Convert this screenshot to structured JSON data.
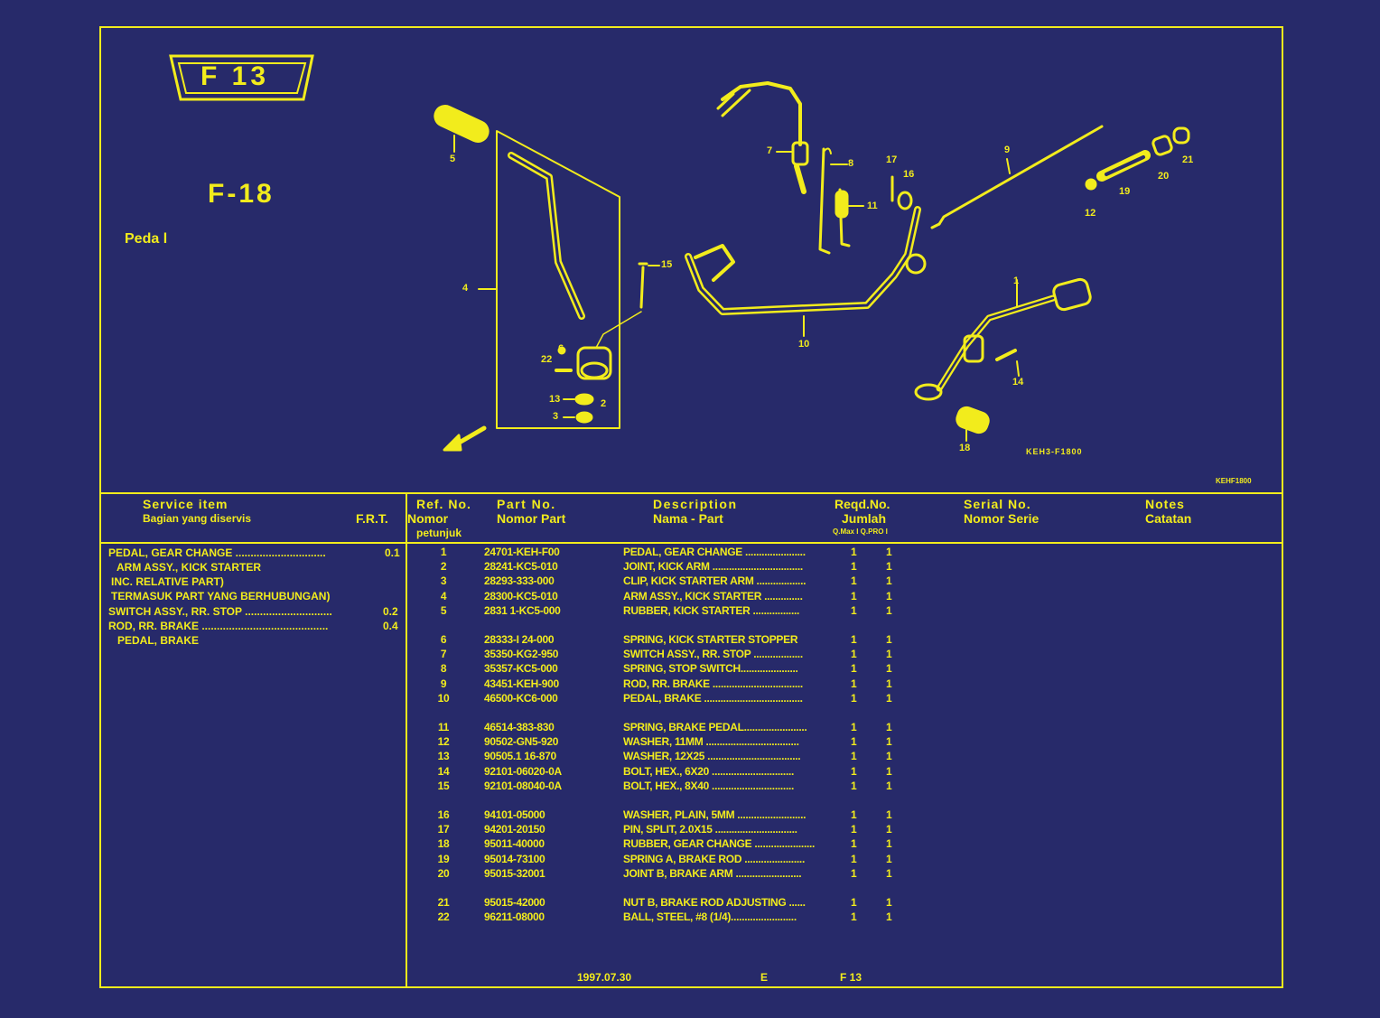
{
  "header": {
    "badge": "F 13",
    "code": "F-18",
    "subtitle": "Peda l",
    "figure_ref_1": "KEH3-F1800",
    "figure_ref_2": "KEHF1800"
  },
  "diagram_labels": [
    "1",
    "2",
    "3",
    "4",
    "5",
    "6",
    "7",
    "8",
    "9",
    "10",
    "11",
    "12",
    "13",
    "14",
    "15",
    "16",
    "17",
    "18",
    "19",
    "20",
    "21",
    "22"
  ],
  "columns": {
    "service_en": "Service      item",
    "service_id": "Bagian yang diservis",
    "frt": "F.R.T.",
    "ref_en": "Ref.  No.",
    "ref_id": "Nomor",
    "ref_id2": "petunjuk",
    "part_en": "Part  No.",
    "part_id": "Nomor  Part",
    "desc_en": "Description",
    "desc_id": "Nama  -  Part",
    "reqd_en": "Reqd.No.",
    "reqd_id": "Jumlah",
    "reqd_sub": "Q.Max  I  Q.PRO  I",
    "serial_en": "Serial  No.",
    "serial_id": "Nomor  Serie",
    "notes_en": "Notes",
    "notes_id": "Catatan"
  },
  "service_items": [
    {
      "text": "PEDAL, GEAR CHANGE ..............................",
      "frt": "0.1"
    },
    {
      "text": "ARM ASSY., KICK STARTER",
      "frt": ""
    },
    {
      "text": "INC. RELATIVE PART)",
      "frt": ""
    },
    {
      "text": "TERMASUK PART YANG BERHUBUNGAN)",
      "frt": ""
    },
    {
      "text": "SWITCH ASSY., RR. STOP .............................",
      "frt": "0.2"
    },
    {
      "text": "ROD, RR. BRAKE ..........................................",
      "frt": "0.4"
    },
    {
      "text": "PEDAL, BRAKE",
      "frt": ""
    }
  ],
  "parts": [
    {
      "ref": "1",
      "part": "24701-KEH-F00",
      "desc": "PEDAL, GEAR CHANGE ......................",
      "q1": "1",
      "q2": "1"
    },
    {
      "ref": "2",
      "part": "28241-KC5-010",
      "desc": "JOINT, KICK ARM .................................",
      "q1": "1",
      "q2": "1"
    },
    {
      "ref": "3",
      "part": "28293-333-000",
      "desc": "CLIP, KICK STARTER ARM ..................",
      "q1": "1",
      "q2": "1"
    },
    {
      "ref": "4",
      "part": "28300-KC5-010",
      "desc": "ARM ASSY., KICK STARTER ..............",
      "q1": "1",
      "q2": "1"
    },
    {
      "ref": "5",
      "part": "2831 1-KC5-000",
      "desc": "RUBBER, KICK STARTER .................",
      "q1": "1",
      "q2": "1"
    },
    {
      "ref": "6",
      "part": "28333-I 24-000",
      "desc": "SPRING, KICK STARTER STOPPER",
      "q1": "1",
      "q2": "1"
    },
    {
      "ref": "7",
      "part": "35350-KG2-950",
      "desc": "SWITCH ASSY., RR. STOP ..................",
      "q1": "1",
      "q2": "1"
    },
    {
      "ref": "8",
      "part": "35357-KC5-000",
      "desc": "SPRING, STOP SWITCH.....................",
      "q1": "1",
      "q2": "1"
    },
    {
      "ref": "9",
      "part": "43451-KEH-900",
      "desc": "ROD, RR. BRAKE .................................",
      "q1": "1",
      "q2": "1"
    },
    {
      "ref": "10",
      "part": "46500-KC6-000",
      "desc": "PEDAL, BRAKE ....................................",
      "q1": "1",
      "q2": "1"
    },
    {
      "ref": "11",
      "part": "46514-383-830",
      "desc": "SPRING, BRAKE PEDAL.......................",
      "q1": "1",
      "q2": "1"
    },
    {
      "ref": "12",
      "part": "90502-GN5-920",
      "desc": "WASHER, 11MM ..................................",
      "q1": "1",
      "q2": "1"
    },
    {
      "ref": "13",
      "part": "90505.1 16-870",
      "desc": "WASHER, 12X25 ..................................",
      "q1": "1",
      "q2": "1"
    },
    {
      "ref": "14",
      "part": "92101-06020-0A",
      "desc": "BOLT, HEX., 6X20 ..............................",
      "q1": "1",
      "q2": "1"
    },
    {
      "ref": "15",
      "part": "92101-08040-0A",
      "desc": "BOLT, HEX., 8X40 ..............................",
      "q1": "1",
      "q2": "1"
    },
    {
      "ref": "16",
      "part": "94101-05000",
      "desc": "WASHER, PLAIN, 5MM .........................",
      "q1": "1",
      "q2": "1"
    },
    {
      "ref": "17",
      "part": "94201-20150",
      "desc": "PIN, SPLIT, 2.0X15 ..............................",
      "q1": "1",
      "q2": "1"
    },
    {
      "ref": "18",
      "part": "95011-40000",
      "desc": "RUBBER, GEAR CHANGE ......................",
      "q1": "1",
      "q2": "1"
    },
    {
      "ref": "19",
      "part": "95014-73100",
      "desc": "SPRING A, BRAKE ROD ......................",
      "q1": "1",
      "q2": "1"
    },
    {
      "ref": "20",
      "part": "95015-32001",
      "desc": "JOINT B, BRAKE ARM ........................",
      "q1": "1",
      "q2": "1"
    },
    {
      "ref": "21",
      "part": "95015-42000",
      "desc": "NUT B, BRAKE ROD ADJUSTING ......",
      "q1": "1",
      "q2": "1"
    },
    {
      "ref": "22",
      "part": "96211-08000",
      "desc": "BALL, STEEL, #8 (1/4)........................",
      "q1": "1",
      "q2": "1"
    }
  ],
  "footer": {
    "date": "1997.07.30",
    "edition": "E",
    "page": "F 13"
  },
  "colors": {
    "background": "#272a6a",
    "ink": "#f2ec1c"
  }
}
